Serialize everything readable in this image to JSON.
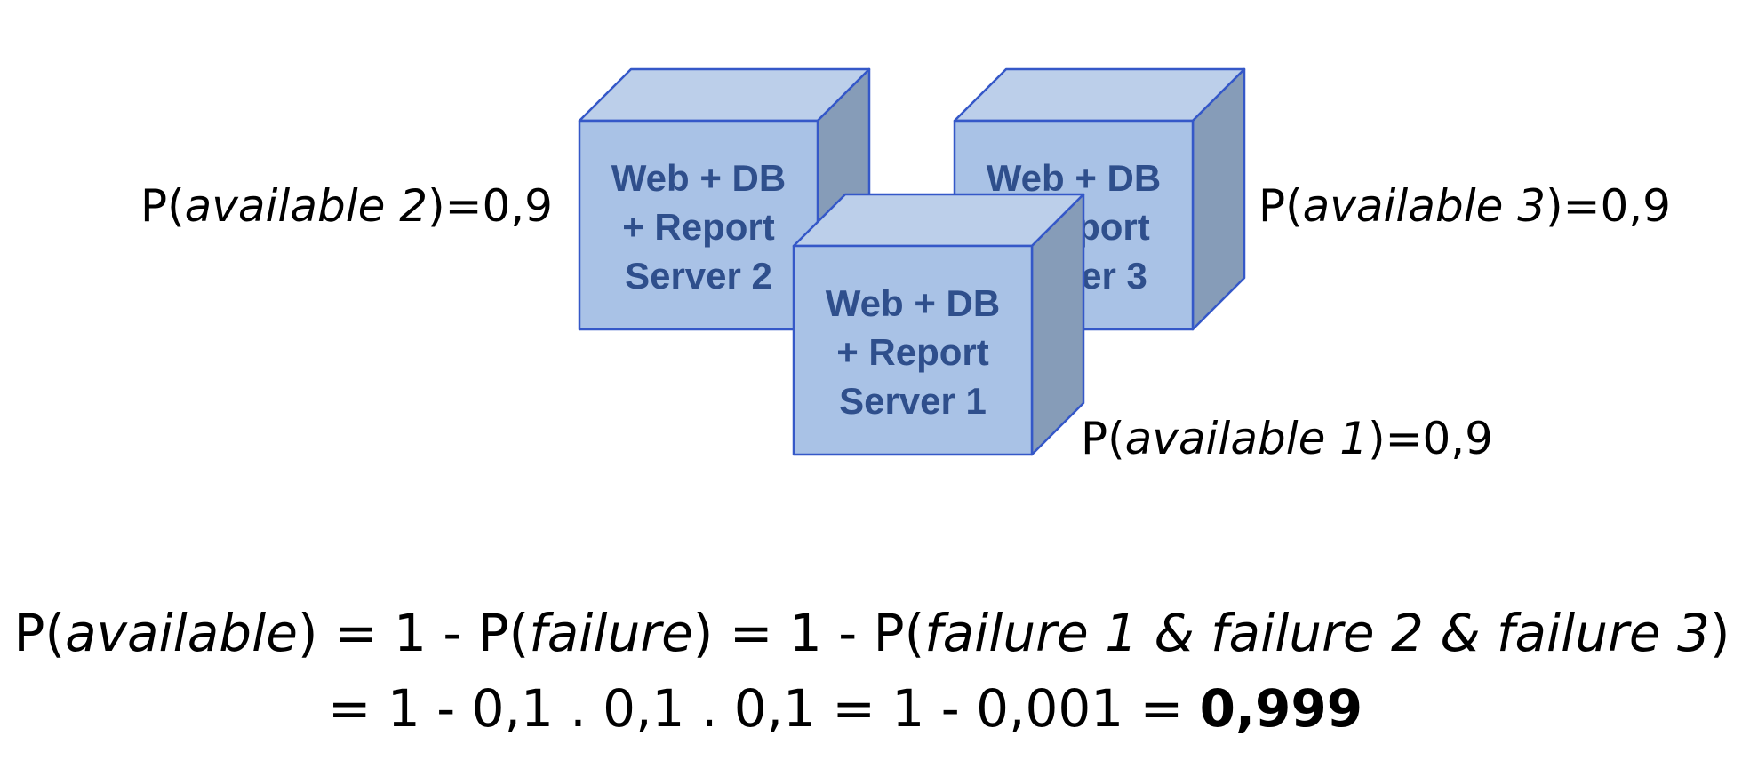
{
  "colors": {
    "cube_front": "#a9c2e6",
    "cube_top": "#bccfea",
    "cube_side": "#869cb8",
    "cube_stroke": "#3558c8",
    "cube_text": "#2f4f8c"
  },
  "servers": [
    {
      "line1": "Web + DB",
      "line2": "+ Report",
      "line3": "Server 2"
    },
    {
      "line1": "Web + DB",
      "line2": "+ Report",
      "line3": "Server 3"
    },
    {
      "line1": "Web + DB",
      "line2": "+ Report",
      "line3": "Server 1"
    }
  ],
  "probabilities": {
    "p2": {
      "prefix": "P(",
      "var": "available 2",
      "suffix": ")=0,9"
    },
    "p3": {
      "prefix": "P(",
      "var": "available 3",
      "suffix": ")=0,9"
    },
    "p1": {
      "prefix": "P(",
      "var": "available 1",
      "suffix": ")=0,9"
    }
  },
  "formula": {
    "line1": {
      "t1": "P(",
      "t2": "available",
      "t3": ") = 1 - P(",
      "t4": "failure",
      "t5": ") = 1 - P(",
      "t6": "failure 1 & failure 2 & failure 3",
      "t7": ")"
    },
    "line2": {
      "t1": "= 1 - 0,1 . 0,1 . 0,1 = 1 - 0,001 = ",
      "result": "0,999"
    }
  }
}
